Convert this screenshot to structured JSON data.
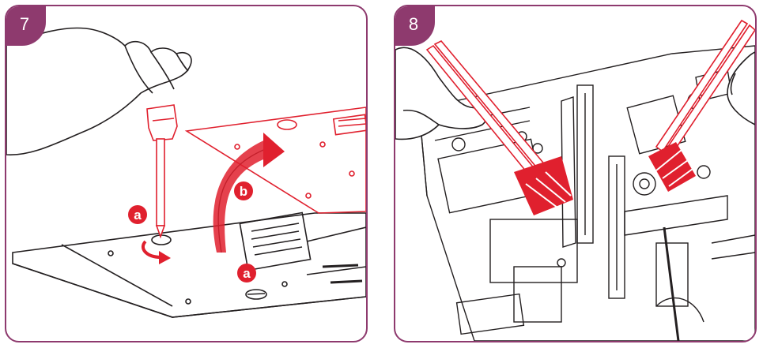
{
  "steps": [
    {
      "number": "7",
      "callouts": [
        "a",
        "b",
        "a"
      ]
    },
    {
      "number": "8"
    }
  ],
  "colors": {
    "frame": "#8e3a6e",
    "callout": "#e0202e",
    "line": "#231f20"
  }
}
